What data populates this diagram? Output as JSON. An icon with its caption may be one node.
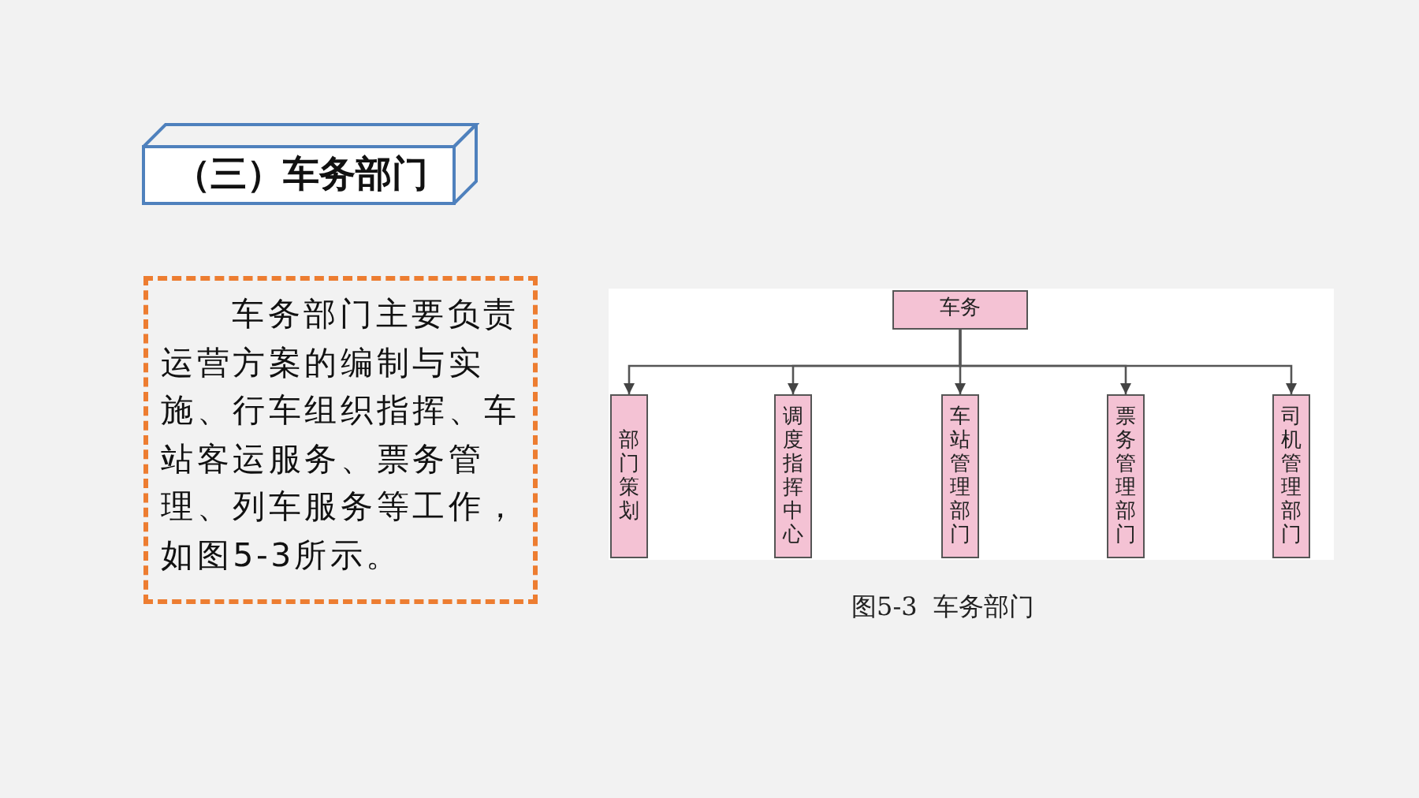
{
  "diagram": {
    "caption": "图5-3  车务部门",
    "nodes": [
      {
        "text": [
          "（三）车务部门"
        ]
      },
      {
        "text": [
          "车务部门主要负责运营方案的编制与实施、行车组织指挥、车站客运服务、票务管理、列车服务等工作，如图5-3所示。"
        ]
      },
      {
        "text": [
          "车务"
        ]
      },
      {
        "text": [
          "部门策划"
        ]
      },
      {
        "text": [
          "调度指挥中心"
        ]
      },
      {
        "text": [
          "车站管理部门"
        ]
      },
      {
        "text": [
          "票务管理部门"
        ]
      },
      {
        "text": [
          "司机管理部门"
        ]
      }
    ],
    "edges": [
      {
        "from": 2,
        "to": 3,
        "arrow": "to"
      },
      {
        "from": 2,
        "to": 4,
        "arrow": "to"
      },
      {
        "from": 2,
        "to": 5,
        "arrow": "to"
      },
      {
        "from": 2,
        "to": 6,
        "arrow": "to"
      },
      {
        "from": 2,
        "to": 7,
        "arrow": "to"
      }
    ]
  }
}
